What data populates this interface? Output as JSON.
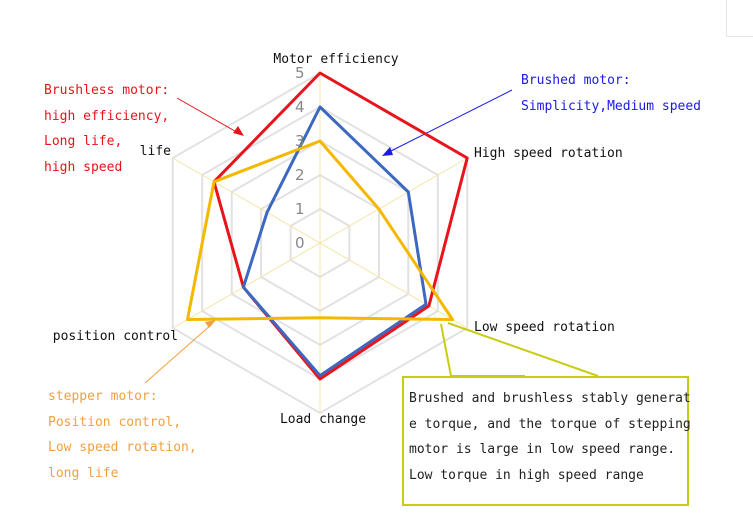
{
  "chart_data": {
    "type": "radar",
    "categories": [
      "Motor efficiency",
      "High speed rotation",
      "Low speed rotation",
      "Load change",
      "position control",
      "life"
    ],
    "range": [
      0,
      5
    ],
    "ticks": [
      "0",
      "1",
      "2",
      "3",
      "4",
      "5"
    ],
    "grid": true,
    "series": [
      {
        "color": "#e8141c",
        "values": [
          5,
          5,
          3.7,
          4,
          2.6,
          3.6
        ]
      },
      {
        "color": "#3c68c0",
        "values": [
          4,
          3,
          3.6,
          3.9,
          2.6,
          1.8
        ]
      },
      {
        "color": "#f5b800",
        "values": [
          3,
          2,
          4.5,
          2.2,
          4.5,
          3.6
        ]
      }
    ]
  },
  "notes": {
    "brushless": [
      "Brushless motor:",
      "high efficiency,",
      "Long life,",
      "high speed"
    ],
    "brushed": [
      "Brushed motor:",
      "Simplicity,Medium speed"
    ],
    "stepper": [
      "stepper motor:",
      "Position control,",
      "Low speed rotation,",
      "long life"
    ],
    "torque": [
      "Brushed and brushless stably generat",
      "e torque, and the torque of stepping",
      " motor is large in low speed range.",
      "Low torque in high speed range"
    ]
  },
  "colors": {
    "brushless_note": "#e8141c",
    "brushed_note": "#1a1ae6",
    "stepper_note": "#f0a040",
    "torque_box": "#c8cc14"
  }
}
